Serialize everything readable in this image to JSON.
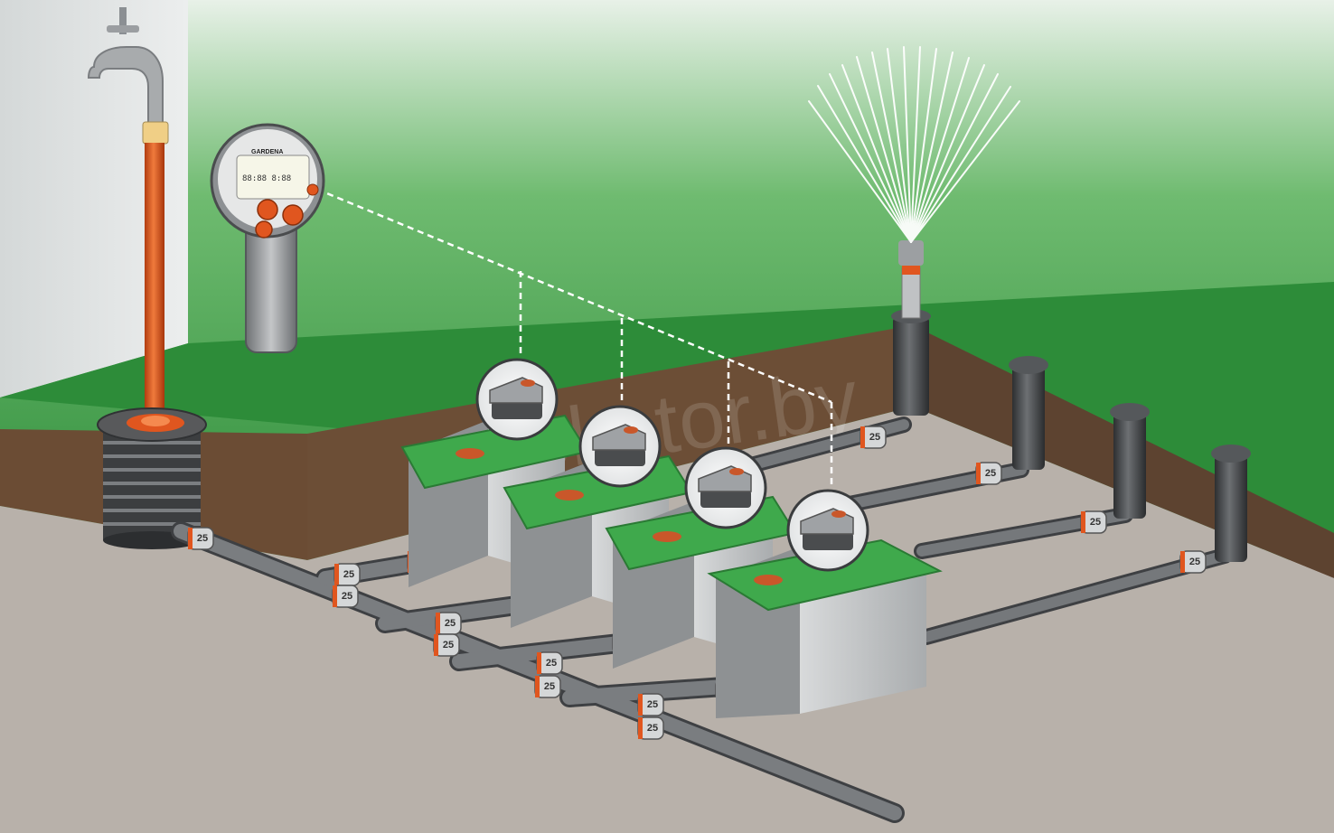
{
  "watermark": "sekator.by",
  "timer": {
    "brand": "GARDENA",
    "display": "88:88  8:88"
  },
  "fitting_label": "25",
  "valve_box_count": 4,
  "popup_sprinkler_count": 4,
  "colors": {
    "wall": "#3f9c4a",
    "lawn": "#2e8f3a",
    "soil": "#6b4c34",
    "ground": "#b8b1aa",
    "pipe": "#6a6d70",
    "hose": "#e0561f",
    "valve_box": "#c9cbcc",
    "box_lid": "#3fa94c"
  },
  "icons": [
    "water-tap-icon",
    "timer-control-unit-icon",
    "solenoid-valve-icon",
    "popup-sprinkler-icon",
    "water-spray-icon",
    "water-connection-box-icon"
  ]
}
